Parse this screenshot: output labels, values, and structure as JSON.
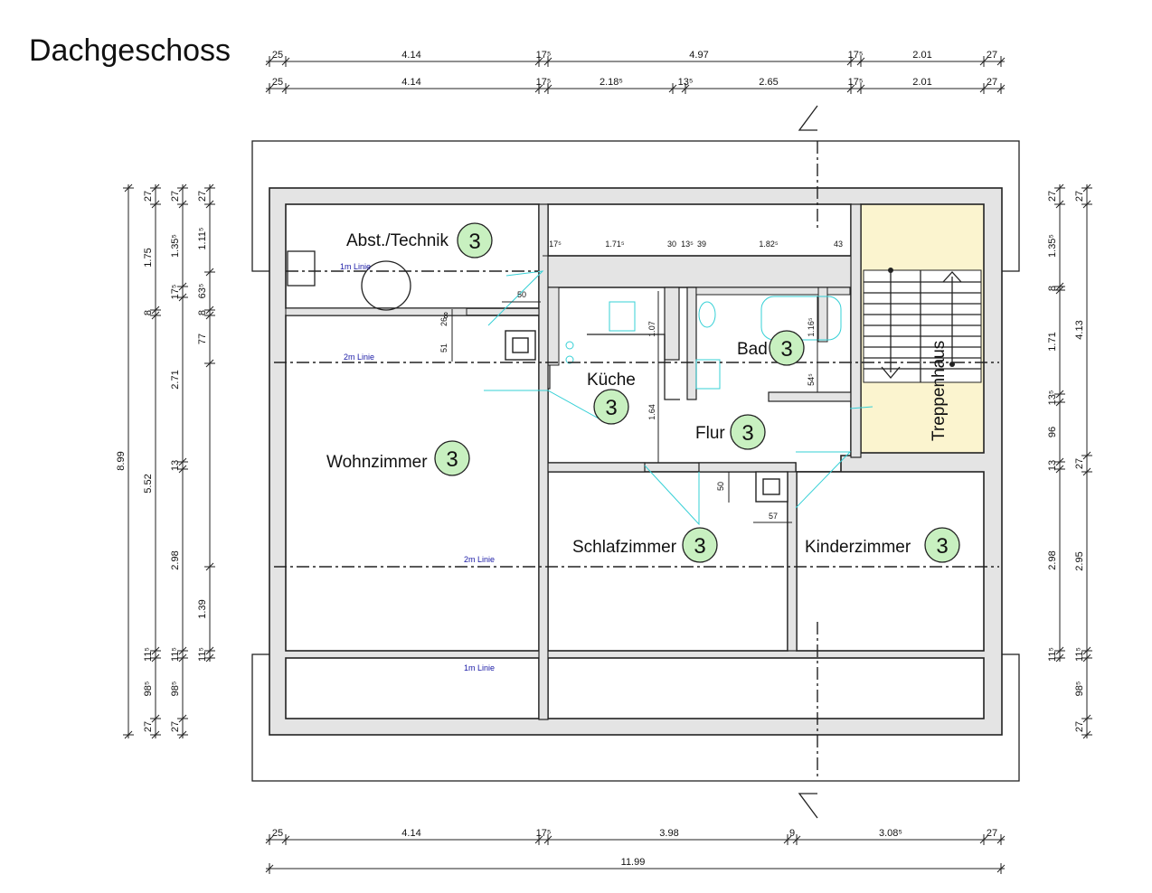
{
  "title": "Dachgeschoss",
  "rooms": {
    "abst": {
      "label": "Abst./Technik",
      "badge": "3"
    },
    "kueche": {
      "label": "Küche",
      "badge": "3"
    },
    "bad": {
      "label": "Bad",
      "badge": "3"
    },
    "flur": {
      "label": "Flur",
      "badge": "3"
    },
    "wohn": {
      "label": "Wohnzimmer",
      "badge": "3"
    },
    "schlaf": {
      "label": "Schlafzimmer",
      "badge": "3"
    },
    "kinder": {
      "label": "Kinderzimmer",
      "badge": "3"
    },
    "treppe": {
      "label": "Treppenhaus"
    }
  },
  "notes": {
    "linie1_top": "1m Linie",
    "linie2_top": "2m Linie",
    "linie2_mid": "2m Linie",
    "linie1_bottom": "1m Linie"
  },
  "dims_top_row1": [
    "25",
    "4.14",
    "17⁵",
    "4.97",
    "17⁵",
    "2.01",
    "27"
  ],
  "dims_top_row2": [
    "25",
    "4.14",
    "17⁵",
    "2.18⁵",
    "13⁵",
    "2.65",
    "17⁵",
    "2.01",
    "27"
  ],
  "dims_bottom_row1": [
    "25",
    "4.14",
    "17⁵",
    "3.98",
    "9",
    "3.08⁵",
    "27"
  ],
  "dims_bottom_total": "11.99",
  "dims_left_total": "8.99",
  "dims_left_col2": [
    "27",
    "1.75",
    "8",
    "5.52",
    "11⁵",
    "98⁵",
    "27"
  ],
  "dims_left_col3": [
    "27",
    "1.35⁵",
    "17⁵",
    "2.71",
    "13",
    "2.98",
    "11⁵",
    "98⁵",
    "27"
  ],
  "dims_left_col4": [
    "27",
    "1.11⁵",
    "63⁵",
    "8",
    "77",
    "1.39",
    "11⁵"
  ],
  "dims_right_col1": [
    "27",
    "1.35⁵",
    "8",
    "1.71",
    "13⁵",
    "96",
    "13",
    "2.98",
    "11⁵"
  ],
  "dims_right_col2": [
    "27",
    "4.13",
    "27",
    "2.95",
    "11⁵",
    "98⁵",
    "27"
  ],
  "dims_interior": {
    "kitchen_row": [
      "17⁵",
      "1.71⁵",
      "30",
      "13⁵",
      "39",
      "1.82⁵",
      "43"
    ],
    "d50a": "50",
    "d51": "51",
    "d26": "26",
    "d8": "8",
    "d107": "1.07",
    "d164": "1.64",
    "d116": "1.16⁵",
    "d54": "54⁵",
    "d50b": "50",
    "d57": "57"
  }
}
